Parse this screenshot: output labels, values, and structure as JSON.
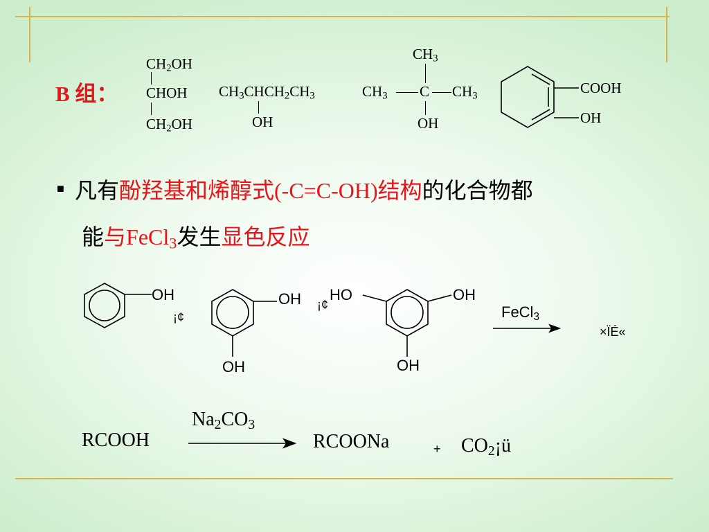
{
  "colors": {
    "accent": "#e8141a",
    "rule": "#d9b44a",
    "text": "#000000"
  },
  "group_b": {
    "label": "B 组：",
    "glycerol": {
      "top_a": "CH",
      "top_s": "2",
      "top_b": "OH",
      "mid": "CHOH",
      "bot_a": "CH",
      "bot_s": "2",
      "bot_b": "OH"
    },
    "butanol": {
      "a": "CH",
      "s1": "3",
      "b": "CHCH",
      "s2": "2",
      "c": "CH",
      "s3": "3",
      "oh": "OH"
    },
    "tbutanol": {
      "top_a": "CH",
      "top_s": "3",
      "left_a": "CH",
      "left_s": "3",
      "center": "C",
      "right_a": "CH",
      "right_s": "3",
      "oh": "OH"
    },
    "salicylic": {
      "cooh": "COOH",
      "oh": "OH"
    }
  },
  "bullet": {
    "mark": "■",
    "l1_p1": "凡有",
    "l1_p2": "酚羟基和烯醇式(-C=C-OH)结构",
    "l1_p3": "的化合物都",
    "l2_p1": "能",
    "l2_p2a": "与FeCl",
    "l2_p2s": "3",
    "l2_p3": "发生",
    "l2_p4": "显色反应"
  },
  "phenol_row": {
    "phenol_oh": "OH",
    "sep1": "¡¢",
    "resorcinol_oh_right": "OH",
    "resorcinol_oh_bottom": "OH",
    "sep2": "¡¢",
    "phloro_ho_left": "HO",
    "phloro_oh_right": "OH",
    "phloro_oh_bottom": "OH",
    "reagent_a": "FeCl",
    "reagent_s": "3",
    "product": "×ÏÉ«"
  },
  "reaction": {
    "reactant": "RCOOH",
    "reagent_a": "Na",
    "reagent_s1": "2",
    "reagent_b": "CO",
    "reagent_s2": "3",
    "product1": "RCOONa",
    "plus": "+",
    "product2_a": "CO",
    "product2_s": "2",
    "product2_b": "¡ü"
  }
}
